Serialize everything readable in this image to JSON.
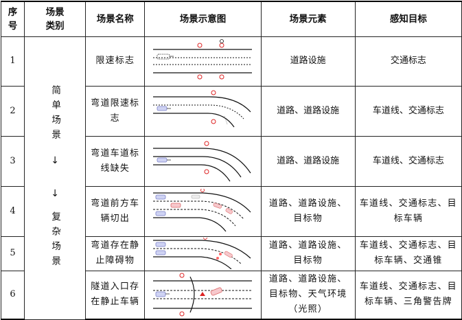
{
  "header": {
    "index": "序号",
    "category": "场景类别",
    "name": "场景名称",
    "diagram": "场景示意图",
    "elements": "场景元素",
    "target": "感知目标"
  },
  "category": {
    "simple": "简单场景",
    "complex": "复杂场景",
    "arrow1": "↓",
    "arrow2": "↓"
  },
  "rows": [
    {
      "index": "1",
      "name": "限速标志",
      "elements": "道路设施",
      "target": "交通标志"
    },
    {
      "index": "2",
      "name": "弯道限速标志",
      "elements": "道路、道路设施",
      "target": "车道线、交通标志"
    },
    {
      "index": "3",
      "name": "弯道车道标线缺失",
      "elements": "道路、道路设施",
      "target": "车道线、交通标志"
    },
    {
      "index": "4",
      "name": "弯道前方车辆切出",
      "elements": "道路、道路设施、目标物",
      "target": "车道线、交通标志、目标车辆"
    },
    {
      "index": "5",
      "name": "弯道存在静止障碍物",
      "elements": "道路、道路设施、目标物",
      "target": "车道线、交通标志、目标车辆、交通锥"
    },
    {
      "index": "6",
      "name": "隧道入口存在静止车辆",
      "elements": "道路、道路设施、目标物、天气环境（光照）",
      "target": "车道线、交通标志、目标车辆、三角警告牌"
    }
  ]
}
